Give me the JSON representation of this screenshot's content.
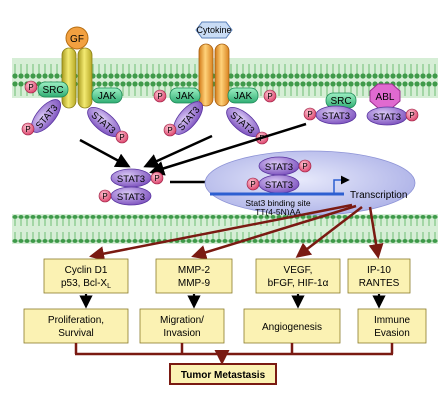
{
  "receptors": {
    "gf_label": "GF",
    "cytokine_label": "Cytokine"
  },
  "kinases": {
    "src": "SRC",
    "jak": "JAK",
    "abl": "ABL"
  },
  "stat": {
    "label": "STAT3",
    "phospho": "P"
  },
  "nucleus": {
    "binding_site_line1": "Stat3 binding site",
    "binding_site_line2": "TT(4-5N)AA",
    "transcription": "Transcription"
  },
  "target_genes": [
    {
      "line1": "Cyclin D1",
      "line2": "p53, Bcl-X",
      "line2_sub": "L"
    },
    {
      "line1": "MMP-2",
      "line2": "MMP-9",
      "line2_sub": ""
    },
    {
      "line1": "VEGF,",
      "line2": "bFGF, HIF-1α",
      "line2_sub": ""
    },
    {
      "line1": "IP-10",
      "line2": "RANTES",
      "line2_sub": ""
    }
  ],
  "outcomes": [
    {
      "line1": "Proliferation,",
      "line2": "Survival"
    },
    {
      "line1": "Migration/",
      "line2": "Invasion"
    },
    {
      "line1": "Angiogenesis",
      "line2": ""
    },
    {
      "line1": "Immune",
      "line2": "Evasion"
    }
  ],
  "final": "Tumor Metastasis",
  "colors": {
    "membrane": "#3f9a4a",
    "membrane_bg": "#bfe3c0",
    "stat": "#8a62c9",
    "phospho": "#e0587a",
    "kinase": "#53c997",
    "receptor_yellow": "#d9cc3a",
    "receptor_orange": "#f2a73a",
    "box": "#fbf2b3",
    "arrow_dark": "#7a1a12",
    "nucleus": "#c3c7ee",
    "dna": "#2d5fd1"
  }
}
